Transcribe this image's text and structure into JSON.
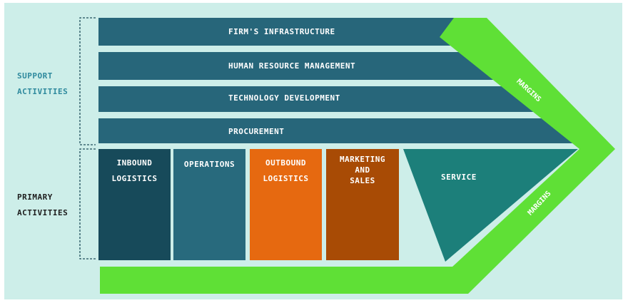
{
  "support": {
    "label": "SUPPORT\nACTIVITIES",
    "activities": [
      "FIRM'S INFRASTRUCTURE",
      "HUMAN RESOURCE MANAGEMENT",
      "TECHNOLOGY DEVELOPMENT",
      "PROCUREMENT"
    ]
  },
  "primary": {
    "label": "PRIMARY\nACTIVITIES",
    "activities": [
      "INBOUND\nLOGISTICS",
      "OPERATIONS",
      "OUTBOUND\nLOGISTICS",
      "MARKETING\nAND\nSALES",
      "SERVICE"
    ]
  },
  "margins": [
    "MARGINS",
    "MARGINS"
  ],
  "colors": {
    "background": "#cdeee9",
    "support_bar": "#27667a",
    "inbound": "#174a5a",
    "operations": "#286a7d",
    "outbound": "#e66910",
    "marketing": "#a84b05",
    "service": "#1c7f7a",
    "margin_band": "#5fe036",
    "support_label": "#2f8a9e",
    "primary_label": "#1e1e1e"
  }
}
